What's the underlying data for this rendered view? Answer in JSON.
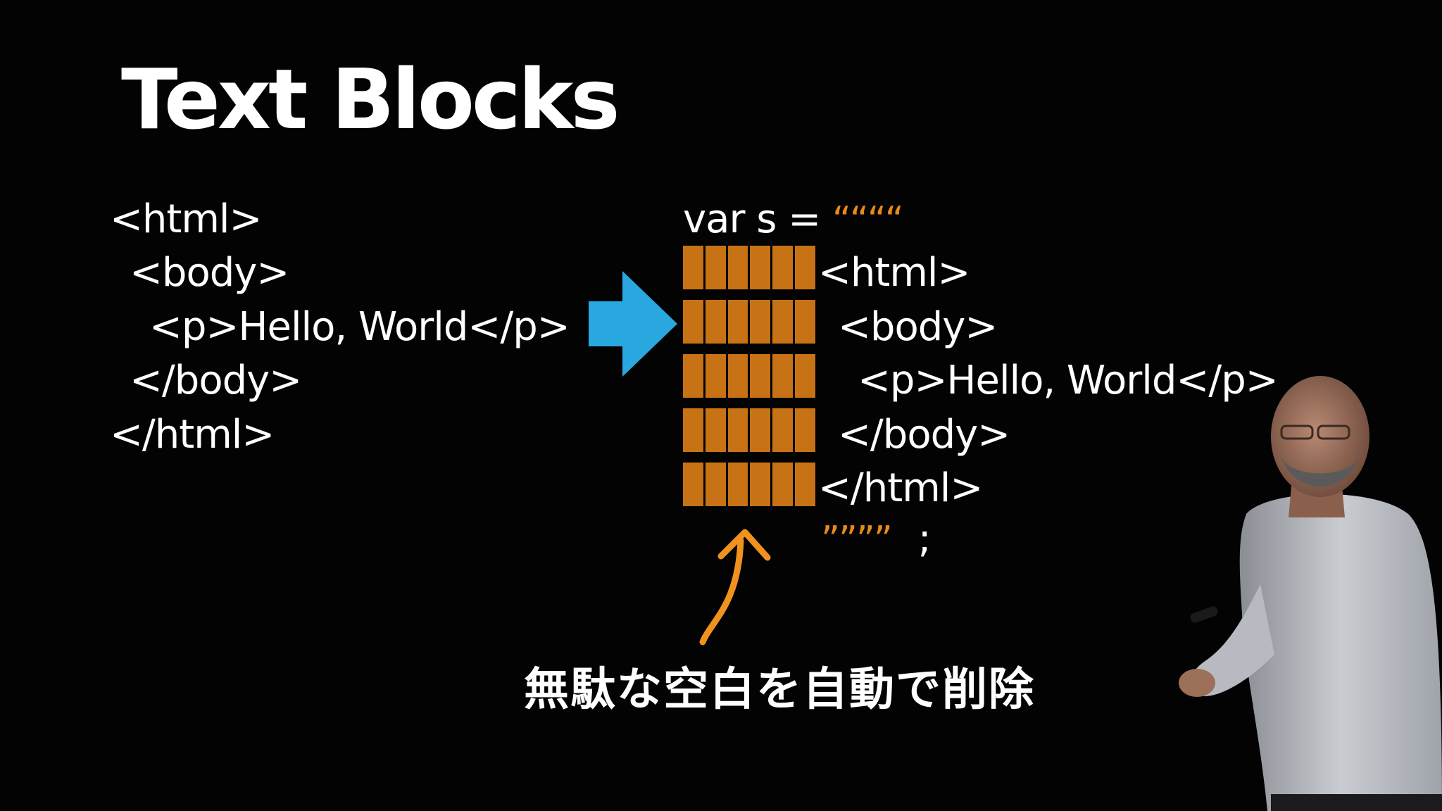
{
  "slide": {
    "title": "Text Blocks",
    "left_code": [
      "<html>",
      "<body>",
      "<p>Hello, World</p>",
      "</body>",
      "</html>"
    ],
    "right_code": {
      "declaration": "var s = ",
      "open_quote": "““““",
      "lines": [
        "<html>",
        "<body>",
        "<p>Hello, World</p>",
        "</body>",
        "</html>"
      ],
      "close_quote": "””””",
      "terminator": ";"
    },
    "caption": "無駄な空白を自動で削除"
  },
  "colors": {
    "background": "#030303",
    "text": "#ffffff",
    "highlight": "#c77215",
    "quote": "#e88a1a",
    "arrow_blue": "#29a8e0",
    "arrow_orange": "#f0921e"
  },
  "icons": {
    "transform_arrow": "right-arrow-icon",
    "pointer_arrow": "curved-up-arrow-icon"
  }
}
